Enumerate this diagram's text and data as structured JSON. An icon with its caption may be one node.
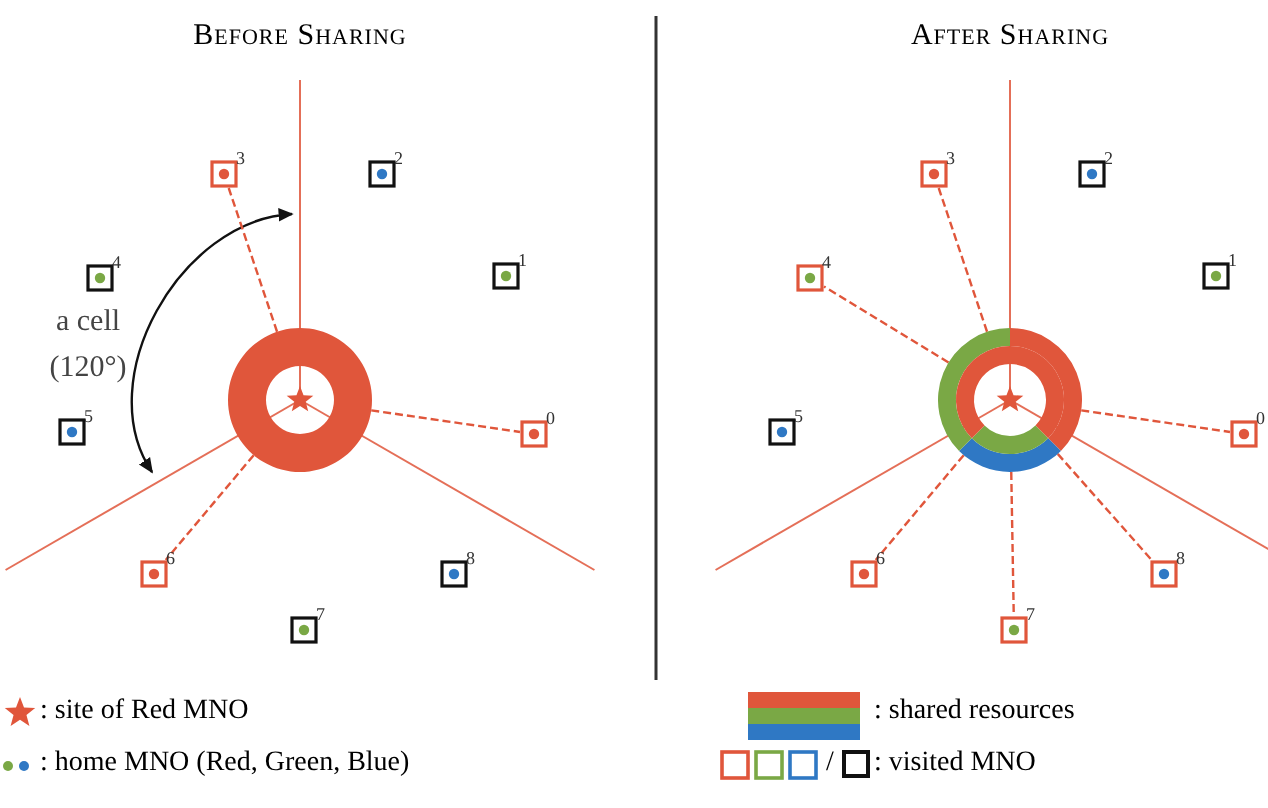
{
  "diagram": {
    "nodes": [
      {
        "text": [],
        "shape": "circle"
      },
      {
        "text": [
          "0"
        ]
      },
      {
        "text": [
          "1"
        ]
      },
      {
        "text": [
          "2"
        ]
      },
      {
        "text": [
          "3"
        ]
      },
      {
        "text": [
          "4"
        ]
      },
      {
        "text": [
          "5"
        ]
      },
      {
        "text": [
          "6"
        ]
      },
      {
        "text": [
          "7"
        ]
      },
      {
        "text": [
          "8"
        ]
      },
      {
        "text": [],
        "shape": "circle"
      },
      {
        "text": [
          "0"
        ]
      },
      {
        "text": [
          "1"
        ]
      },
      {
        "text": [
          "2"
        ]
      },
      {
        "text": [
          "3"
        ]
      },
      {
        "text": [
          "4"
        ]
      },
      {
        "text": [
          "5"
        ]
      },
      {
        "text": [
          "6"
        ]
      },
      {
        "text": [
          "7"
        ]
      },
      {
        "text": [
          "8"
        ]
      }
    ],
    "edges": [
      {
        "from": 0,
        "to": 1,
        "arrow": "none",
        "style": "dashed"
      },
      {
        "from": 0,
        "to": 4,
        "arrow": "none",
        "style": "dashed"
      },
      {
        "from": 0,
        "to": 7,
        "arrow": "none",
        "style": "dashed"
      },
      {
        "from": 10,
        "to": 11,
        "arrow": "none",
        "style": "dashed"
      },
      {
        "from": 10,
        "to": 14,
        "arrow": "none",
        "style": "dashed"
      },
      {
        "from": 10,
        "to": 15,
        "arrow": "none",
        "style": "dashed"
      },
      {
        "from": 10,
        "to": 17,
        "arrow": "none",
        "style": "dashed"
      },
      {
        "from": 10,
        "to": 18,
        "arrow": "none",
        "style": "dashed"
      },
      {
        "from": 10,
        "to": 19,
        "arrow": "none",
        "style": "dashed"
      }
    ],
    "labels": [
      "Before Sharing",
      "After Sharing",
      "a cell (120°)",
      "/"
    ],
    "legend": [
      {
        "text": ": site of Red MNO"
      },
      {
        "text": ": home MNO (Red, Green, Blue)"
      },
      {
        "text": ": shared resources"
      },
      {
        "text": ": visited MNO"
      }
    ]
  }
}
